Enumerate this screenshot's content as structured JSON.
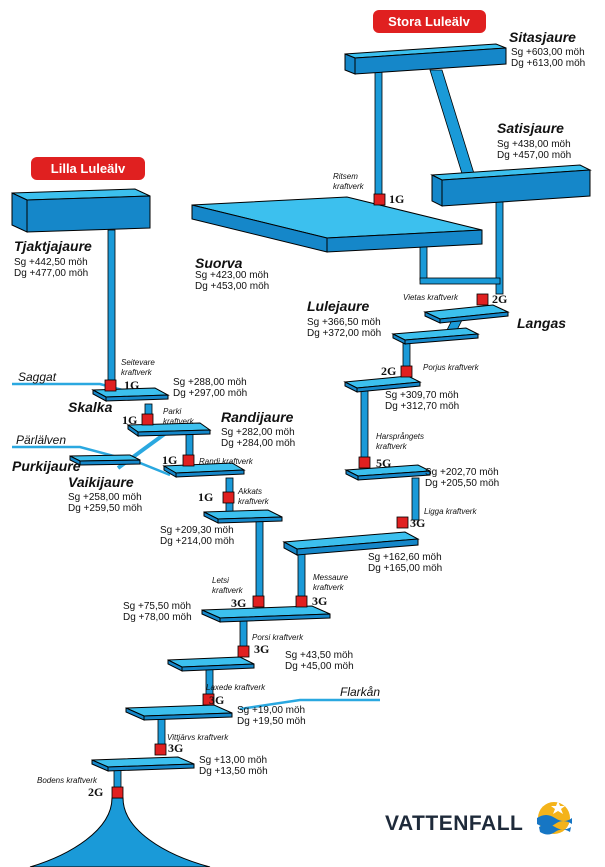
{
  "rivers": {
    "stora": "Stora Luleälv",
    "lilla": "Lilla Luleälv",
    "saggat": "Saggat",
    "parlalven": "Pärlälven",
    "flarkan": "Flarkån"
  },
  "reservoirs": {
    "sitasjaure": {
      "name": "Sitasjaure",
      "sg": "Sg  +603,00 möh",
      "dg": "Dg  +613,00 möh"
    },
    "satisjaure": {
      "name": "Satisjaure",
      "sg": "Sg  +438,00 möh",
      "dg": "Dg  +457,00 möh"
    },
    "tjaktjajaure": {
      "name": "Tjaktjajaure",
      "sg": "Sg  +442,50 möh",
      "dg": "Dg  +477,00 möh"
    },
    "suorva": {
      "name": "Suorva",
      "sg": "Sg  +423,00 möh",
      "dg": "Dg  +453,00 möh"
    },
    "lulejaure": {
      "name": "Lulejaure",
      "sg": "Sg  +366,50 möh",
      "dg": "Dg  +372,00 möh"
    },
    "langas": {
      "name": "Langas"
    },
    "skalka": {
      "name": "Skalka",
      "sg": "Sg  +288,00 möh",
      "dg": "Dg  +297,00 möh"
    },
    "randijaure": {
      "name": "Randijaure",
      "sg": "Sg  +282,00 möh",
      "dg": "Dg  +284,00 möh"
    },
    "purkijaure": {
      "name": "Purkijaure"
    },
    "vaikijaure": {
      "name": "Vaikijaure",
      "sg": "Sg  +258,00 möh",
      "dg": "Dg  +259,50 möh"
    },
    "porjus": {
      "sg": "Sg  +309,70 möh",
      "dg": "Dg  +312,70 möh"
    },
    "harsprang": {
      "sg": "Sg  +202,70 möh",
      "dg": "Dg  +205,50 möh"
    },
    "ligga": {
      "sg": "Sg  +162,60 möh",
      "dg": "Dg  +165,00 möh"
    },
    "akkats": {
      "sg": "Sg  +209,30 möh",
      "dg": "Dg  +214,00 möh"
    },
    "letsi": {
      "sg": "Sg  +75,50 möh",
      "dg": "Dg  +78,00 möh"
    },
    "porsi": {
      "sg": "Sg  +43,50 möh",
      "dg": "Dg  +45,00 möh"
    },
    "laxede": {
      "sg": "Sg  +19,00 möh",
      "dg": "Dg  +19,50 möh"
    },
    "vittjarv": {
      "sg": "Sg  +13,00 möh",
      "dg": "Dg  +13,50 möh"
    }
  },
  "plants": {
    "ritsem": {
      "l1": "Ritsem",
      "l2": "kraftverk",
      "gen": "1G"
    },
    "vietas": {
      "l1": "Vietas kraftverk",
      "gen": "2G"
    },
    "porjus": {
      "l1": "Porjus kraftverk",
      "gen": "2G"
    },
    "harsprang": {
      "l1": "Harsprångets",
      "l2": "kraftverk",
      "gen": "5G"
    },
    "ligga": {
      "l1": "Ligga kraftverk",
      "gen": "3G"
    },
    "messaure": {
      "l1": "Messaure",
      "l2": "kraftverk",
      "gen": "3G"
    },
    "seitevare": {
      "l1": "Seitevare",
      "l2": "kraftverk",
      "gen": "1G"
    },
    "parki": {
      "l1": "Parki",
      "l2": "kraftverk",
      "gen": "1G"
    },
    "randi": {
      "l1": "Randi kraftverk",
      "gen": "1G"
    },
    "akkats": {
      "l1": "Akkats",
      "l2": "kraftverk",
      "gen": "1G"
    },
    "letsi": {
      "l1": "Letsi",
      "l2": "kraftverk",
      "gen": "3G"
    },
    "porsi": {
      "l1": "Porsi kraftverk",
      "gen": "3G"
    },
    "laxede": {
      "l1": "Laxede kraftverk",
      "gen": "3G"
    },
    "vittjarv": {
      "l1": "Vittjärvs kraftverk",
      "gen": "3G"
    },
    "boden": {
      "l1": "Bodens kraftverk",
      "gen": "2G"
    }
  },
  "logo": {
    "text": "VATTENFALL"
  },
  "colors": {
    "accent_red": "#e02020",
    "water_top": "#3cc0ee",
    "water_front": "#1587c9",
    "river_line": "#2aa8e0"
  }
}
